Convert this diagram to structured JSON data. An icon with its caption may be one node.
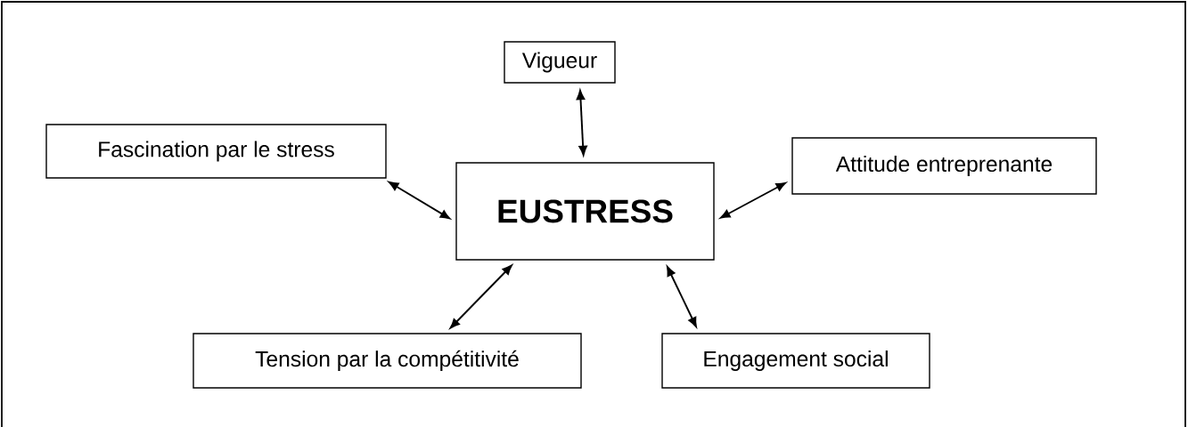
{
  "diagram": {
    "nodes": [
      {
        "text": [
          "Vigueur"
        ]
      },
      {
        "text": [
          "Fascination par le stress"
        ]
      },
      {
        "text": [
          "EUSTRESS"
        ]
      },
      {
        "text": [
          "Attitude entreprenante"
        ]
      },
      {
        "text": [
          "Tension par la compétitivité"
        ]
      },
      {
        "text": [
          "Engagement social"
        ]
      }
    ],
    "edges": [
      {
        "from": 0,
        "to": 2,
        "arrow": "both"
      },
      {
        "from": 1,
        "to": 2,
        "arrow": "both"
      },
      {
        "from": 3,
        "to": 2,
        "arrow": "both"
      },
      {
        "from": 4,
        "to": 2,
        "arrow": "both"
      },
      {
        "from": 5,
        "to": 2,
        "arrow": "both"
      }
    ]
  }
}
